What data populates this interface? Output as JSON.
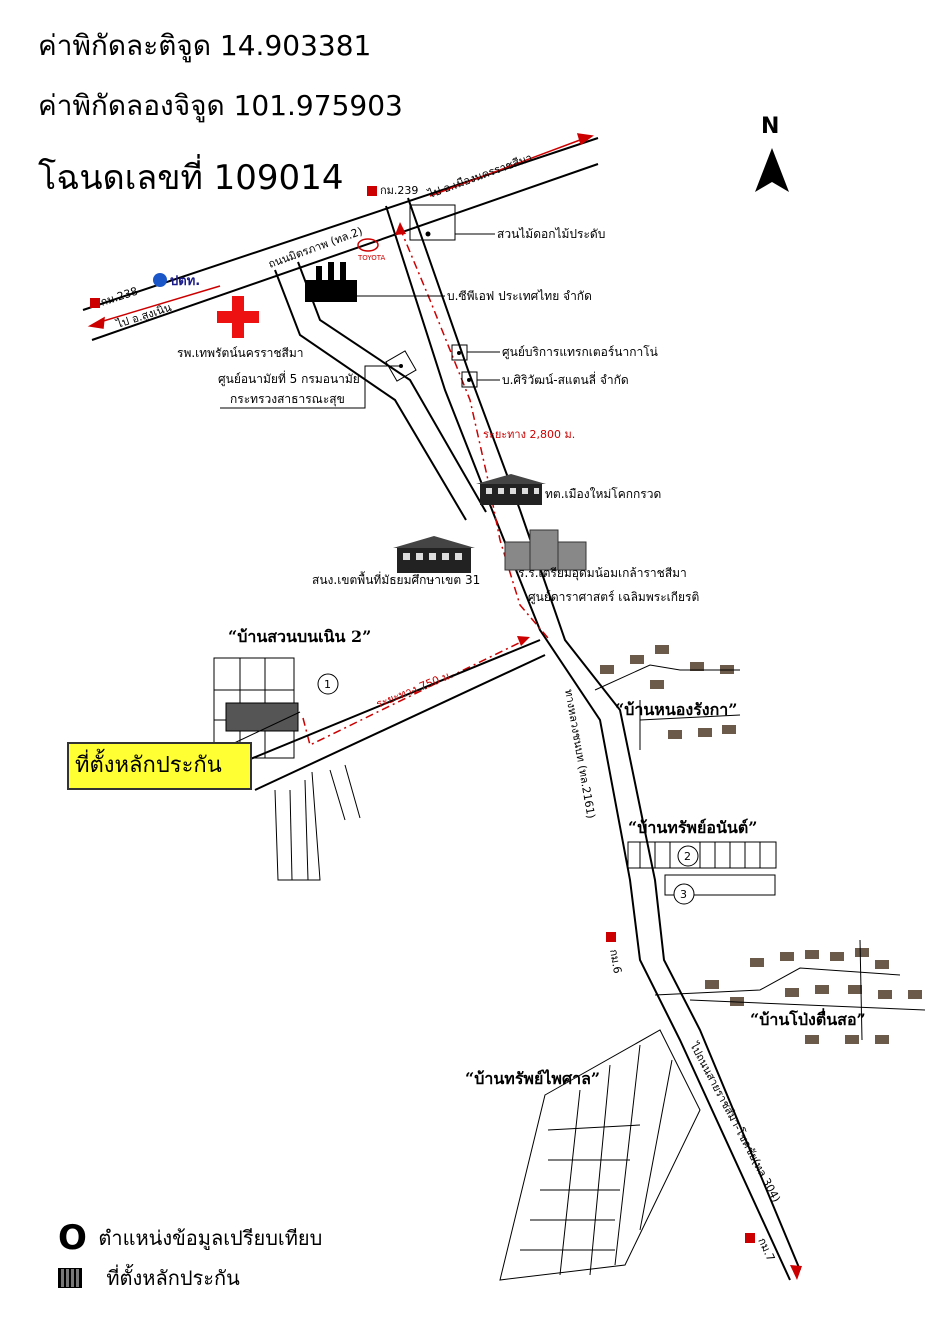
{
  "header": {
    "latitude": "ค่าพิกัดละติจูด 14.903381",
    "longitude": "ค่าพิกัดลองจิจูด 101.975903",
    "deed": "โฉนดเลขที่ 109014"
  },
  "north_label": "N",
  "roads": {
    "km239": "กม.239",
    "km238": "กม.238",
    "to_nakhon": "ไป อ.เมืองนครราชสีมา",
    "to_sung_noen": "ไป อ.สูงเนิน",
    "mittraphap": "ถนนมิตรภาพ (ทล.2)",
    "road_2161": "ทางหลวงชนบท (ทล.2161)",
    "km6": "กม.6",
    "km7": "กม.7",
    "to_chok_chai": "ไปถนนสายราชสีมา-โชคชัย(ทล.304)"
  },
  "places": {
    "garden": "สวนไม้ดอกไม้ประดับ",
    "cpf": "บ.ซีพีเอฟ ประเทศไทย จำกัด",
    "tractor": "ศูนย์บริการแทรกเตอร์นากาโน่",
    "siriwat": "บ.ศิริวัฒน์-สแตนลี่ จำกัด",
    "hospital": "รพ.เทพรัตน์นครราชสีมา",
    "health_center_1": "ศูนย์อนามัยที่ 5 กรมอนามัย",
    "health_center_2": "กระทรวงสาธารณะสุข",
    "municipality": "ทต.เมืองใหม่โคกกรวด",
    "edu_office": "สนง.เขตพื้นที่มัธยมศึกษาเขต 31",
    "school_1": "ร.ร.เตรียมอุดมน้อมเกล้าราชสีมา",
    "school_2": "ศูนย์ดาราศาสตร์ เฉลิมพระเกียรติ",
    "ptt": "ปตท.",
    "toyota": "TOYOTA"
  },
  "distances": {
    "d2800": "ระยะทาง 2,800 ม.",
    "d750": "ระยะทาง 750 ม."
  },
  "villages": {
    "suan_bon_noen": "“บ้านสวนบนเนิน 2”",
    "nong_rangka": "“บ้านหนองรังกา”",
    "sap_anan": "“บ้านทรัพย์อนันต์”",
    "pong_tuen_so": "“บ้านโป่งตื่นสอ”",
    "sap_phaisan": "“บ้านทรัพย์ไพศาล”"
  },
  "markers": [
    "1",
    "2",
    "3"
  ],
  "location_label": "ที่ตั้งหลักประกัน",
  "legend": {
    "compare_symbol": "O",
    "compare": "ตำแหน่งข้อมูลเปรียบเทียบ",
    "collateral": "ที่ตั้งหลักประกัน"
  },
  "colors": {
    "road": "#000000",
    "route": "#cc0000",
    "highlight": "#ffff33",
    "km_marker": "#cc0000",
    "hospital_cross": "#ee1111"
  }
}
